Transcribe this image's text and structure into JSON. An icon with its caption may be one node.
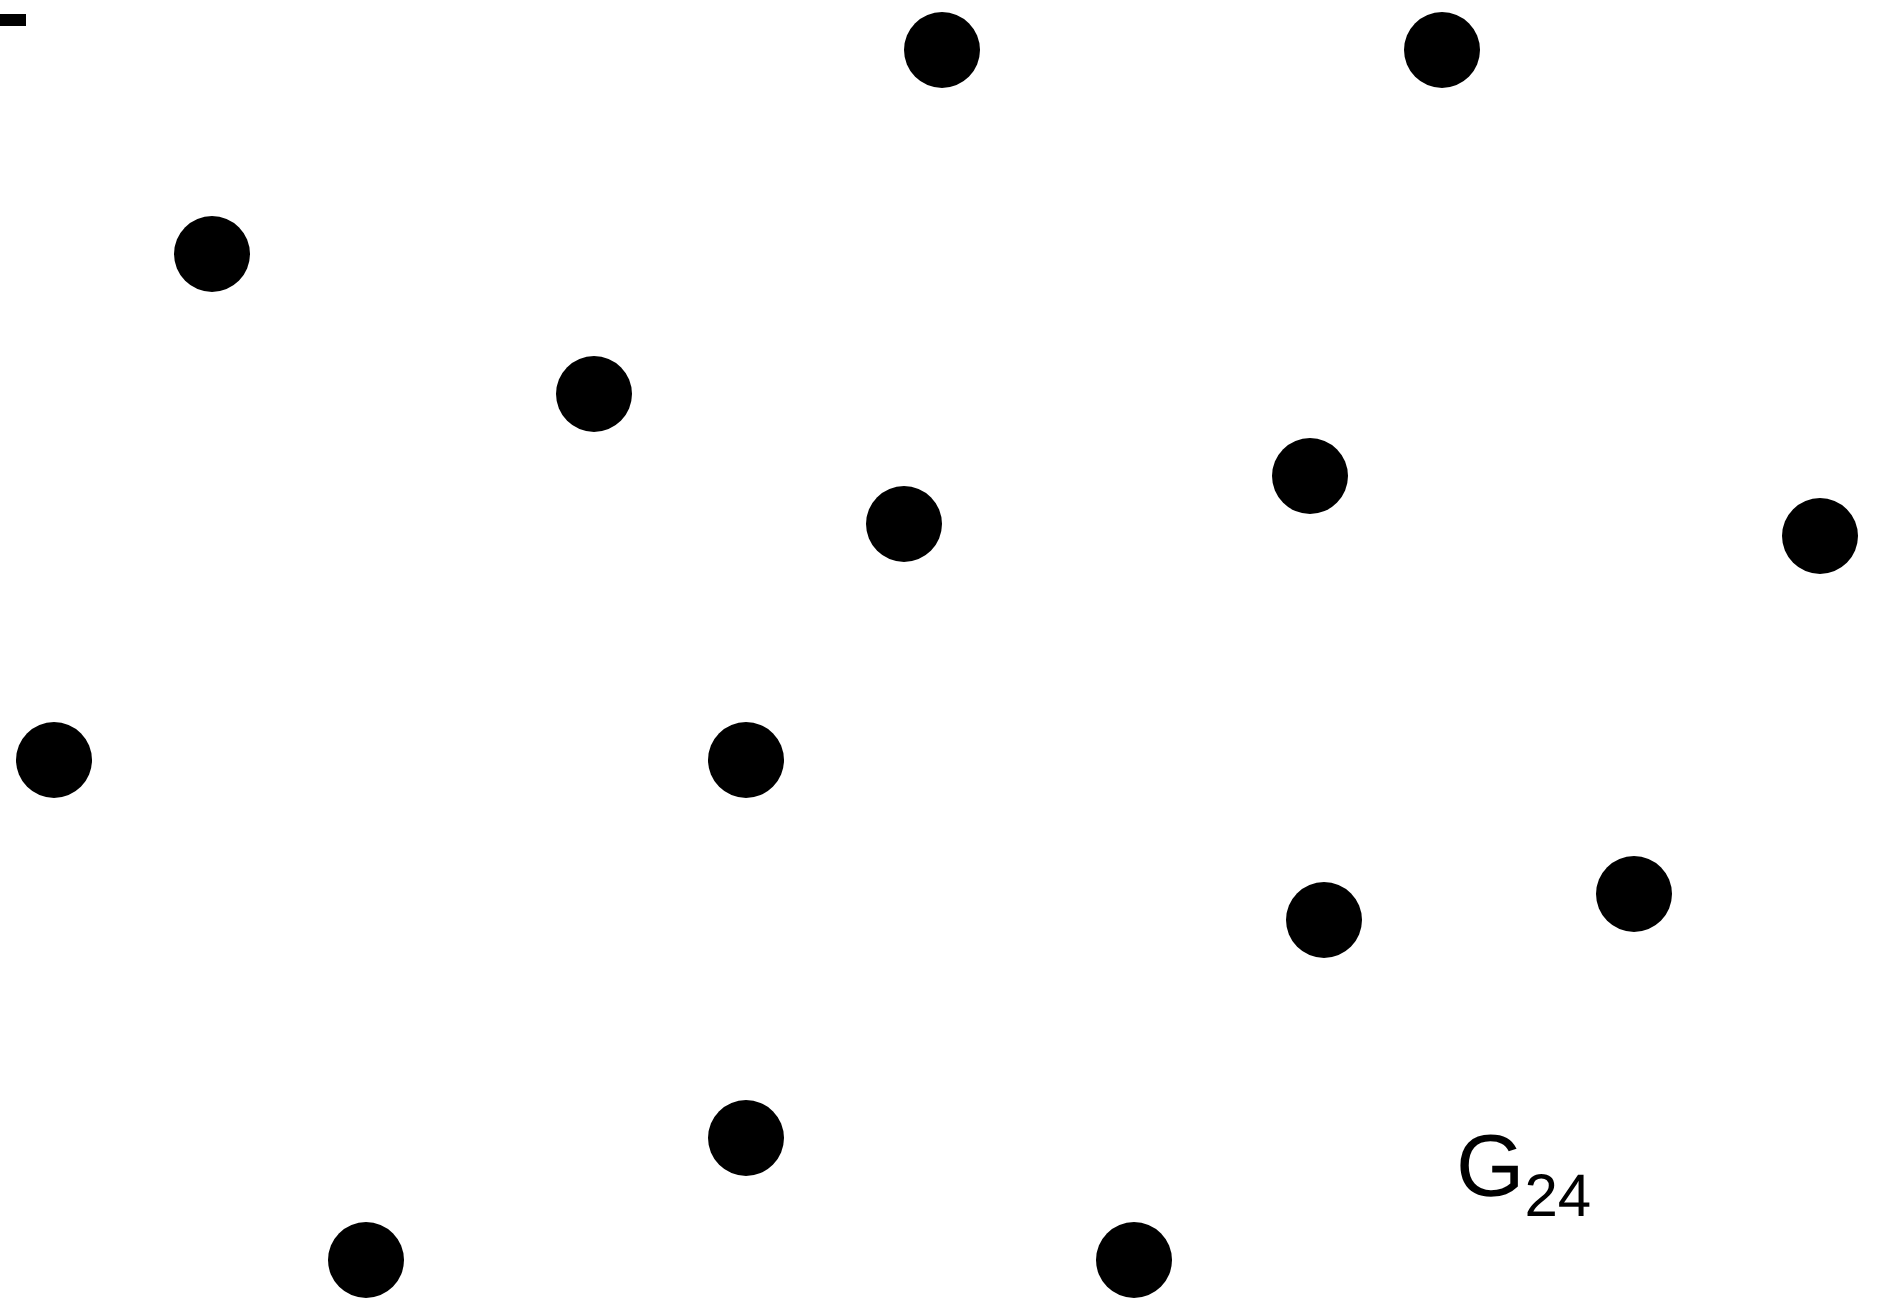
{
  "diagram": {
    "nodes": [
      {
        "text": [],
        "shape": "circle"
      },
      {
        "text": [],
        "shape": "circle"
      },
      {
        "text": [],
        "shape": "circle"
      },
      {
        "text": [],
        "shape": "circle"
      },
      {
        "text": [],
        "shape": "circle"
      },
      {
        "text": [],
        "shape": "circle"
      },
      {
        "text": [],
        "shape": "circle"
      },
      {
        "text": [],
        "shape": "circle"
      },
      {
        "text": [],
        "shape": "circle"
      },
      {
        "text": [],
        "shape": "circle"
      },
      {
        "text": [],
        "shape": "circle"
      },
      {
        "text": [],
        "shape": "circle"
      },
      {
        "text": [],
        "shape": "circle"
      },
      {
        "text": [],
        "shape": "circle"
      }
    ],
    "labels": [
      "G$_{24}$"
    ]
  }
}
